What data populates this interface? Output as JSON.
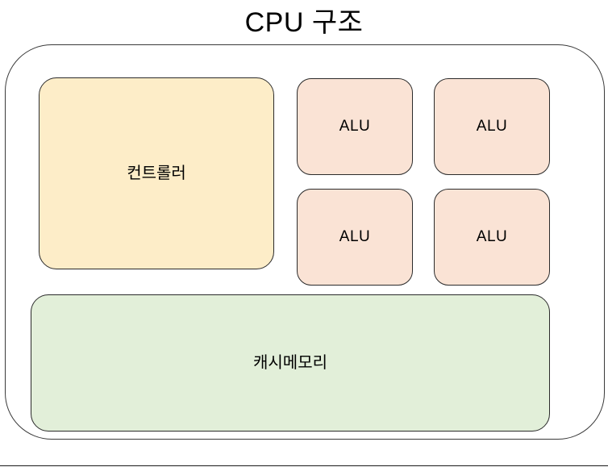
{
  "diagram": {
    "title": "CPU 구조",
    "type": "block-diagram",
    "package": {
      "name": "cpu-package",
      "label": ""
    },
    "blocks": [
      {
        "id": "controller",
        "label": "컨트롤러",
        "fill": "#fdedc8",
        "stroke": "#2b2b2b"
      },
      {
        "id": "alu-1",
        "label": "ALU",
        "fill": "#fae3d5",
        "stroke": "#2b2b2b"
      },
      {
        "id": "alu-2",
        "label": "ALU",
        "fill": "#fae3d5",
        "stroke": "#2b2b2b"
      },
      {
        "id": "alu-3",
        "label": "ALU",
        "fill": "#fae3d5",
        "stroke": "#2b2b2b"
      },
      {
        "id": "alu-4",
        "label": "ALU",
        "fill": "#fae3d5",
        "stroke": "#2b2b2b"
      },
      {
        "id": "cache",
        "label": "캐시메모리",
        "fill": "#e2efd9",
        "stroke": "#2b2b2b"
      }
    ],
    "colors": {
      "background": "#ffffff",
      "outline": "#3a3a3a",
      "text": "#000000",
      "controller_fill": "#fdedc8",
      "alu_fill": "#fae3d5",
      "cache_fill": "#e2efd9"
    }
  }
}
